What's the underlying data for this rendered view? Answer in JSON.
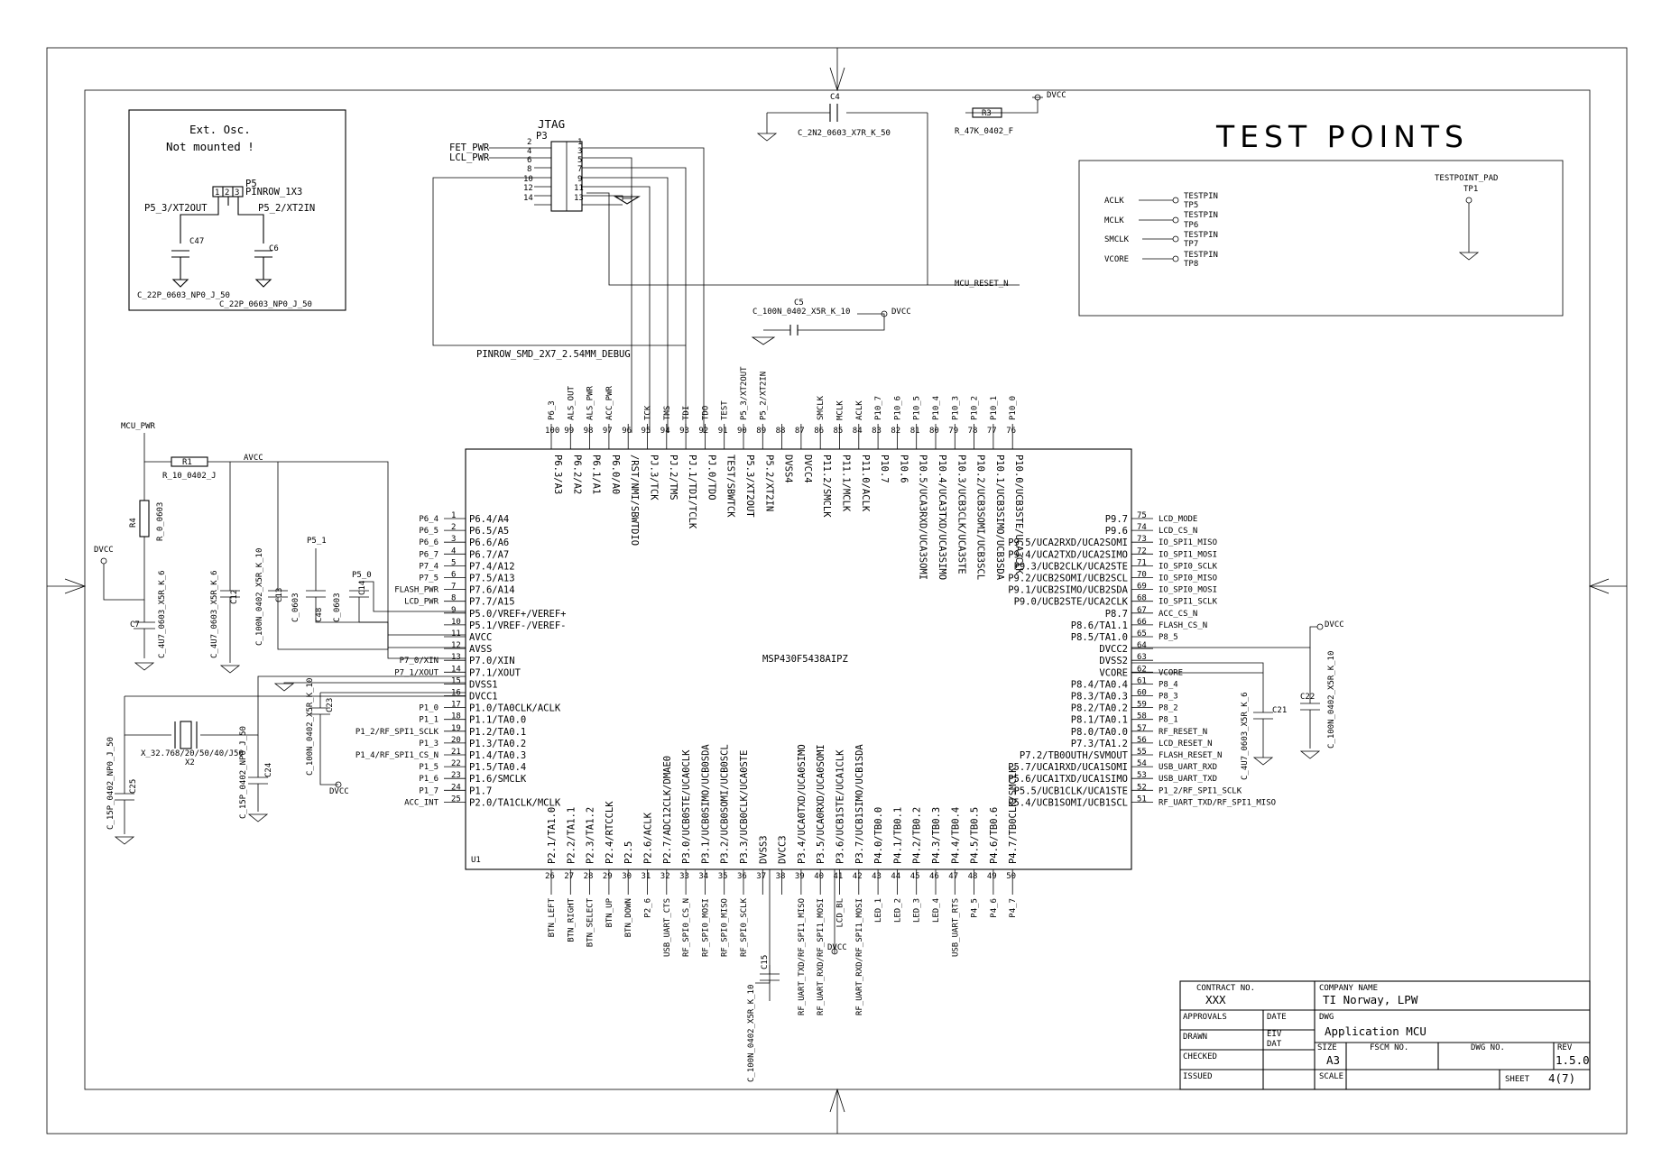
{
  "title": "TEST POINTS",
  "osc_note": [
    "Ext. Osc.",
    "Not mounted !"
  ],
  "jtag": {
    "title": "JTAG",
    "ref": "P3",
    "footprint": "PINROW_SMD_2X7_2.54MM_DEBUG",
    "left_nets": [
      "FET_PWR",
      "LCL_PWR"
    ],
    "left_pins": [
      "2",
      "4",
      "6",
      "8",
      "10",
      "12",
      "14"
    ],
    "right_pins": [
      "1",
      "3",
      "5",
      "7",
      "9",
      "11",
      "13"
    ]
  },
  "p5": {
    "ref": "P5",
    "part": "PINROW_1X3",
    "net_left": "P5_3/XT2OUT",
    "net_right": "P5_2/XT2IN",
    "pins": [
      "1",
      "2",
      "3"
    ]
  },
  "osc_caps": [
    {
      "ref": "C47",
      "part": "C_22P_0603_NP0_J_50"
    },
    {
      "ref": "C6",
      "part": "C_22P_0603_NP0_J_50"
    }
  ],
  "top_parts": {
    "c4_ref": "C4",
    "c4_part": "C_2N2_0603_X7R_K_50",
    "r3_ref": "R3",
    "r3_part": "R_47K_0402_F",
    "c5_ref": "C5",
    "c5_part": "C_100N_0402_X5R_K_10",
    "dvcc": "DVCC",
    "reset": "MCU_RESET_N"
  },
  "testpoints": [
    {
      "net": "ACLK",
      "label": "TESTPIN",
      "ref": "TP5"
    },
    {
      "net": "MCLK",
      "label": "TESTPIN",
      "ref": "TP6"
    },
    {
      "net": "SMCLK",
      "label": "TESTPIN",
      "ref": "TP7"
    },
    {
      "net": "VCORE",
      "label": "TESTPIN",
      "ref": "TP8"
    }
  ],
  "tp_pad": {
    "label": "TESTPOINT_PAD",
    "ref": "TP1"
  },
  "mcu": {
    "name": "MSP430F5438AIPZ",
    "ref": "U1",
    "left": [
      {
        "net": "P6_4",
        "pin": "1",
        "fn": "P6.4/A4"
      },
      {
        "net": "P6_5",
        "pin": "2",
        "fn": "P6.5/A5"
      },
      {
        "net": "P6_6",
        "pin": "3",
        "fn": "P6.6/A6"
      },
      {
        "net": "P6_7",
        "pin": "4",
        "fn": "P6.7/A7"
      },
      {
        "net": "P7_4",
        "pin": "5",
        "fn": "P7.4/A12"
      },
      {
        "net": "P7_5",
        "pin": "6",
        "fn": "P7.5/A13"
      },
      {
        "net": "FLASH_PWR",
        "pin": "7",
        "fn": "P7.6/A14"
      },
      {
        "net": "LCD_PWR",
        "pin": "8",
        "fn": "P7.7/A15"
      },
      {
        "net": "",
        "pin": "9",
        "fn": "P5.0/VREF+/VEREF+"
      },
      {
        "net": "",
        "pin": "10",
        "fn": "P5.1/VREF-/VEREF-"
      },
      {
        "net": "",
        "pin": "11",
        "fn": "AVCC"
      },
      {
        "net": "",
        "pin": "12",
        "fn": "AVSS"
      },
      {
        "net": "P7_0/XIN",
        "pin": "13",
        "fn": "P7.0/XIN"
      },
      {
        "net": "P7_1/XOUT",
        "pin": "14",
        "fn": "P7.1/XOUT"
      },
      {
        "net": "",
        "pin": "15",
        "fn": "DVSS1"
      },
      {
        "net": "",
        "pin": "16",
        "fn": "DVCC1"
      },
      {
        "net": "P1_0",
        "pin": "17",
        "fn": "P1.0/TA0CLK/ACLK"
      },
      {
        "net": "P1_1",
        "pin": "18",
        "fn": "P1.1/TA0.0"
      },
      {
        "net": "P1_2/RF_SPI1_SCLK",
        "pin": "19",
        "fn": "P1.2/TA0.1"
      },
      {
        "net": "P1_3",
        "pin": "20",
        "fn": "P1.3/TA0.2"
      },
      {
        "net": "P1_4/RF_SPI1_CS_N",
        "pin": "21",
        "fn": "P1.4/TA0.3"
      },
      {
        "net": "P1_5",
        "pin": "22",
        "fn": "P1.5/TA0.4"
      },
      {
        "net": "P1_6",
        "pin": "23",
        "fn": "P1.6/SMCLK"
      },
      {
        "net": "P1_7",
        "pin": "24",
        "fn": "P1.7"
      },
      {
        "net": "ACC_INT",
        "pin": "25",
        "fn": "P2.0/TA1CLK/MCLK"
      }
    ],
    "right": [
      {
        "net": "LCD_MODE",
        "pin": "75",
        "fn": "P9.7"
      },
      {
        "net": "LCD_CS_N",
        "pin": "74",
        "fn": "P9.6"
      },
      {
        "net": "IO_SPI1_MISO",
        "pin": "73",
        "fn": "P9.5/UCA2RXD/UCA2SOMI"
      },
      {
        "net": "IO_SPI1_MOSI",
        "pin": "72",
        "fn": "P9.4/UCA2TXD/UCA2SIMO"
      },
      {
        "net": "IO_SPI0_SCLK",
        "pin": "71",
        "fn": "P9.3/UCB2CLK/UCA2STE"
      },
      {
        "net": "IO_SPI0_MISO",
        "pin": "70",
        "fn": "P9.2/UCB2SOMI/UCB2SCL"
      },
      {
        "net": "IO_SPI0_MOSI",
        "pin": "69",
        "fn": "P9.1/UCB2SIMO/UCB2SDA"
      },
      {
        "net": "IO_SPI1_SCLK",
        "pin": "68",
        "fn": "P9.0/UCB2STE/UCA2CLK"
      },
      {
        "net": "ACC_CS_N",
        "pin": "67",
        "fn": "P8.7"
      },
      {
        "net": "FLASH_CS_N",
        "pin": "66",
        "fn": "P8.6/TA1.1"
      },
      {
        "net": "P8_5",
        "pin": "65",
        "fn": "P8.5/TA1.0"
      },
      {
        "net": "",
        "pin": "64",
        "fn": "DVCC2"
      },
      {
        "net": "",
        "pin": "63",
        "fn": "DVSS2"
      },
      {
        "net": "VCORE",
        "pin": "62",
        "fn": "VCORE"
      },
      {
        "net": "P8_4",
        "pin": "61",
        "fn": "P8.4/TA0.4"
      },
      {
        "net": "P8_3",
        "pin": "60",
        "fn": "P8.3/TA0.3"
      },
      {
        "net": "P8_2",
        "pin": "59",
        "fn": "P8.2/TA0.2"
      },
      {
        "net": "P8_1",
        "pin": "58",
        "fn": "P8.1/TA0.1"
      },
      {
        "net": "RF_RESET_N",
        "pin": "57",
        "fn": "P8.0/TA0.0"
      },
      {
        "net": "LCD_RESET_N",
        "pin": "56",
        "fn": "P7.3/TA1.2"
      },
      {
        "net": "FLASH_RESET_N",
        "pin": "55",
        "fn": "P7.2/TB0OUTH/SVMOUT"
      },
      {
        "net": "USB_UART_RXD",
        "pin": "54",
        "fn": "P5.7/UCA1RXD/UCA1SOMI"
      },
      {
        "net": "USB_UART_TXD",
        "pin": "53",
        "fn": "P5.6/UCA1TXD/UCA1SIMO"
      },
      {
        "net": "P1_2/RF_SPI1_SCLK",
        "pin": "52",
        "fn": "P5.5/UCB1CLK/UCA1STE"
      },
      {
        "net": "RF_UART_TXD/RF_SPI1_MISO",
        "pin": "51",
        "fn": "P5.4/UCB1SOMI/UCB1SCL"
      }
    ],
    "top": [
      {
        "net": "P6_3",
        "pin": "100",
        "fn": "P6.3/A3"
      },
      {
        "net": "ALS_OUT",
        "pin": "99",
        "fn": "P6.2/A2"
      },
      {
        "net": "ALS_PWR",
        "pin": "98",
        "fn": "P6.1/A1"
      },
      {
        "net": "ACC_PWR",
        "pin": "97",
        "fn": "P6.0/A0"
      },
      {
        "net": "",
        "pin": "96",
        "fn": "/RST/NMI/SBWTDIO"
      },
      {
        "net": "TCK",
        "pin": "95",
        "fn": "PJ.3/TCK"
      },
      {
        "net": "TMS",
        "pin": "94",
        "fn": "PJ.2/TMS"
      },
      {
        "net": "TDI",
        "pin": "93",
        "fn": "PJ.1/TDI/TCLK"
      },
      {
        "net": "TDO",
        "pin": "92",
        "fn": "PJ.0/TDO"
      },
      {
        "net": "TEST",
        "pin": "91",
        "fn": "TEST/SBWTCK"
      },
      {
        "net": "P5_3/XT2OUT",
        "pin": "90",
        "fn": "P5.3/XT2OUT"
      },
      {
        "net": "P5_2/XT2IN",
        "pin": "89",
        "fn": "P5.2/XT2IN"
      },
      {
        "net": "",
        "pin": "88",
        "fn": "DVSS4"
      },
      {
        "net": "",
        "pin": "87",
        "fn": "DVCC4"
      },
      {
        "net": "SMCLK",
        "pin": "86",
        "fn": "P11.2/SMCLK"
      },
      {
        "net": "MCLK",
        "pin": "85",
        "fn": "P11.1/MCLK"
      },
      {
        "net": "ACLK",
        "pin": "84",
        "fn": "P11.0/ACLK"
      },
      {
        "net": "P10_7",
        "pin": "83",
        "fn": "P10.7"
      },
      {
        "net": "P10_6",
        "pin": "82",
        "fn": "P10.6"
      },
      {
        "net": "P10_5",
        "pin": "81",
        "fn": "P10.5/UCA3RXD/UCA3SOMI"
      },
      {
        "net": "P10_4",
        "pin": "80",
        "fn": "P10.4/UCA3TXD/UCA3SIMO"
      },
      {
        "net": "P10_3",
        "pin": "79",
        "fn": "P10.3/UCB3CLK/UCA3STE"
      },
      {
        "net": "P10_2",
        "pin": "78",
        "fn": "P10.2/UCB3SOMI/UCB3SCL"
      },
      {
        "net": "P10_1",
        "pin": "77",
        "fn": "P10.1/UCB3SIMO/UCB3SDA"
      },
      {
        "net": "P10_0",
        "pin": "76",
        "fn": "P10.0/UCB3STE/UCA3CLK"
      }
    ],
    "bottom": [
      {
        "net": "BTN_LEFT",
        "pin": "26",
        "fn": "P2.1/TA1.0"
      },
      {
        "net": "BTN_RIGHT",
        "pin": "27",
        "fn": "P2.2/TA1.1"
      },
      {
        "net": "BTN_SELECT",
        "pin": "28",
        "fn": "P2.3/TA1.2"
      },
      {
        "net": "BTN_UP",
        "pin": "29",
        "fn": "P2.4/RTCCLK"
      },
      {
        "net": "BTN_DOWN",
        "pin": "30",
        "fn": "P2.5"
      },
      {
        "net": "P2_6",
        "pin": "31",
        "fn": "P2.6/ACLK"
      },
      {
        "net": "USB_UART_CTS",
        "pin": "32",
        "fn": "P2.7/ADC12CLK/DMAE0"
      },
      {
        "net": "RF_SPI0_CS_N",
        "pin": "33",
        "fn": "P3.0/UCB0STE/UCA0CLK"
      },
      {
        "net": "RF_SPI0_MOSI",
        "pin": "34",
        "fn": "P3.1/UCB0SIMO/UCB0SDA"
      },
      {
        "net": "RF_SPI0_MISO",
        "pin": "35",
        "fn": "P3.2/UCB0SOMI/UCB0SCL"
      },
      {
        "net": "RF_SPI0_SCLK",
        "pin": "36",
        "fn": "P3.3/UCB0CLK/UCA0STE"
      },
      {
        "net": "",
        "pin": "37",
        "fn": "DVSS3"
      },
      {
        "net": "",
        "pin": "38",
        "fn": "DVCC3"
      },
      {
        "net": "RF_UART_TXD/RF_SPI1_MISO",
        "pin": "39",
        "fn": "P3.4/UCA0TXD/UCA0SIMO"
      },
      {
        "net": "RF_UART_RXD/RF_SPI1_MOSI",
        "pin": "40",
        "fn": "P3.5/UCA0RXD/UCA0SOMI"
      },
      {
        "net": "LCD_BL",
        "pin": "41",
        "fn": "P3.6/UCB1STE/UCA1CLK"
      },
      {
        "net": "RF_UART_RXD/RF_SPI1_MOSI",
        "pin": "42",
        "fn": "P3.7/UCB1SIMO/UCB1SDA"
      },
      {
        "net": "LED_1",
        "pin": "43",
        "fn": "P4.0/TB0.0"
      },
      {
        "net": "LED_2",
        "pin": "44",
        "fn": "P4.1/TB0.1"
      },
      {
        "net": "LED_3",
        "pin": "45",
        "fn": "P4.2/TB0.2"
      },
      {
        "net": "LED_4",
        "pin": "46",
        "fn": "P4.3/TB0.3"
      },
      {
        "net": "USB_UART_RTS",
        "pin": "47",
        "fn": "P4.4/TB0.4"
      },
      {
        "net": "P4_5",
        "pin": "48",
        "fn": "P4.5/TB0.5"
      },
      {
        "net": "P4_6",
        "pin": "49",
        "fn": "P4.6/TB0.6"
      },
      {
        "net": "P4_7",
        "pin": "50",
        "fn": "P4.7/TB0CLK/SMCLK"
      }
    ]
  },
  "power": {
    "mcu_pwr": "MCU_PWR",
    "avcc": "AVCC",
    "dvcc": "DVCC",
    "vcore": "VCORE",
    "r1_ref": "R1",
    "r1_part": "R_10_0402_J",
    "r4_ref": "R4",
    "r4_part": "R_0_0603",
    "p5_1": "P5_1",
    "p5_0": "P5_0",
    "c7_ref": "C7",
    "c7_part": "C_4U7_0603_X5R_K_6",
    "c12_ref": "C12",
    "c12_part": "C_4U7_0603_X5R_K_6",
    "c13_ref": "C13",
    "c13_part": "C_100N_0402_X5R_K_10",
    "c48_ref": "C48",
    "c48_part": "C_0603",
    "c14_ref": "C14",
    "c14_part": "C_0603",
    "x2_ref": "X2",
    "x2_part": "X_32.768/20/50/40/J50",
    "c25_ref": "C25",
    "c25_part": "C_15P_0402_NP0_J_50",
    "c24_ref": "C24",
    "c24_part": "C_15P_0402_NP0_J_50",
    "c23_ref": "C23",
    "c23_part": "C_100N_0402_X5R_K_10",
    "c15_ref": "C15",
    "c15_part": "C_100N_0402_X5R_K_10",
    "c21_ref": "C21",
    "c21_part": "C_4U7_0603_X5R_K_6",
    "c22_ref": "C22",
    "c22_part": "C_100N_0402_X5R_K_10"
  },
  "titleblock": {
    "contract_label": "CONTRACT NO.",
    "contract": "XXX",
    "company_label": "COMPANY NAME",
    "company": "TI Norway, LPW",
    "approvals": "APPROVALS",
    "date": "DATE",
    "dwg_label": "DWG",
    "drawn": "DRAWN",
    "eiv": "EIV",
    "dat": "DAT",
    "dwg_title": "Application MCU",
    "checked": "CHECKED",
    "size_label": "SIZE",
    "size": "A3",
    "fscm": "FSCM NO.",
    "dwg_no": "DWG NO.",
    "rev_label": "REV",
    "rev": "1.5.0",
    "issued": "ISSUED",
    "scale": "SCALE",
    "sheet_label": "SHEET",
    "sheet": "4(7)"
  }
}
